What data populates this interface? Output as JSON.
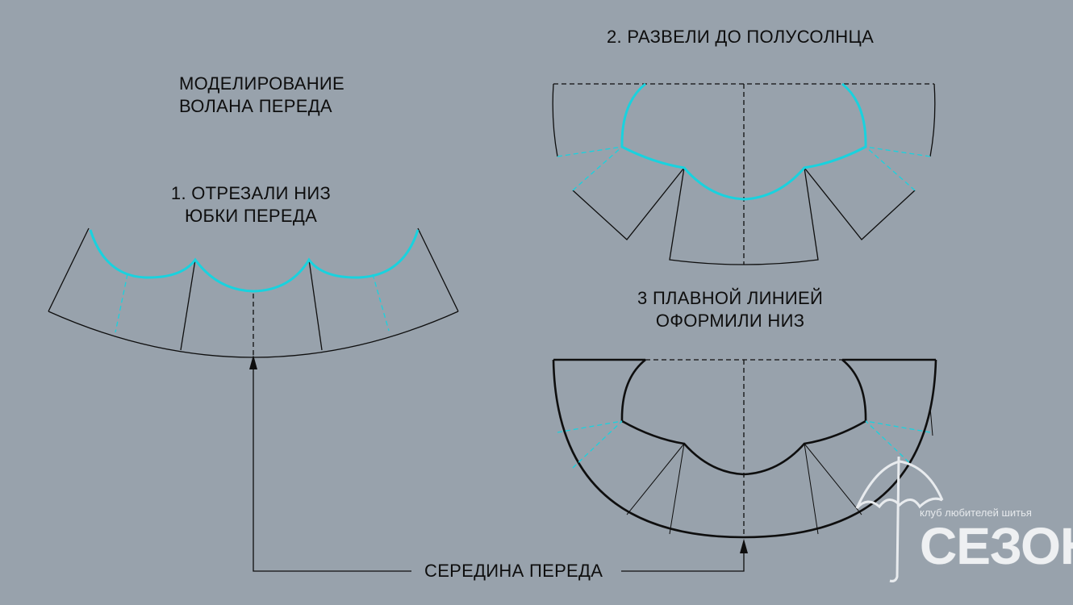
{
  "labels": {
    "modeling_line1": "МОДЕЛИРОВАНИЕ",
    "modeling_line2": "ВОЛАНА ПЕРЕДА",
    "step1_line1": "1. ОТРЕЗАЛИ НИЗ",
    "step1_line2": "ЮБКИ ПЕРЕДА",
    "step2": "2. РАЗВЕЛИ ДО ПОЛУСОЛНЦА",
    "step3_line1": "3 ПЛАВНОЙ ЛИНИЕЙ",
    "step3_line2": "ОФОРМИЛИ НИЗ",
    "center_front": "СЕРЕДИНА ПЕРЕДА"
  },
  "logo": {
    "tagline": "клуб любителей шитья",
    "name": "СЕЗОН"
  },
  "colors": {
    "background": "#98a2ac",
    "outline": "#0e0e0e",
    "highlight": "#19d2de",
    "logo": "#eef0f2"
  }
}
